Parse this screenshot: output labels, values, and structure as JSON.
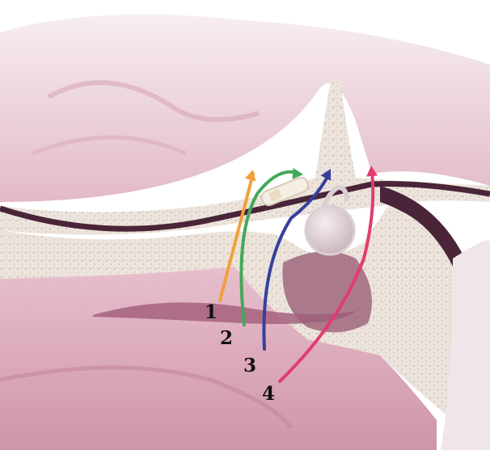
{
  "colors": {
    "tissue_light": "#f1dde4",
    "tissue_mid": "#d9aebf",
    "tissue_dark": "#b0768c",
    "bone": "#ece4dc",
    "bone_speckle": "#b9aa9c",
    "dura_dark": "#4a2438",
    "cavity": "#9c5f79",
    "arrow_1": "#f0a13a",
    "arrow_2": "#43a85a",
    "arrow_3": "#35409c",
    "arrow_4": "#e23c6e"
  },
  "arrows": [
    {
      "id": "1",
      "label": "1",
      "color_key": "arrow_1"
    },
    {
      "id": "2",
      "label": "2",
      "color_key": "arrow_2"
    },
    {
      "id": "3",
      "label": "3",
      "color_key": "arrow_3"
    },
    {
      "id": "4",
      "label": "4",
      "color_key": "arrow_4"
    }
  ]
}
